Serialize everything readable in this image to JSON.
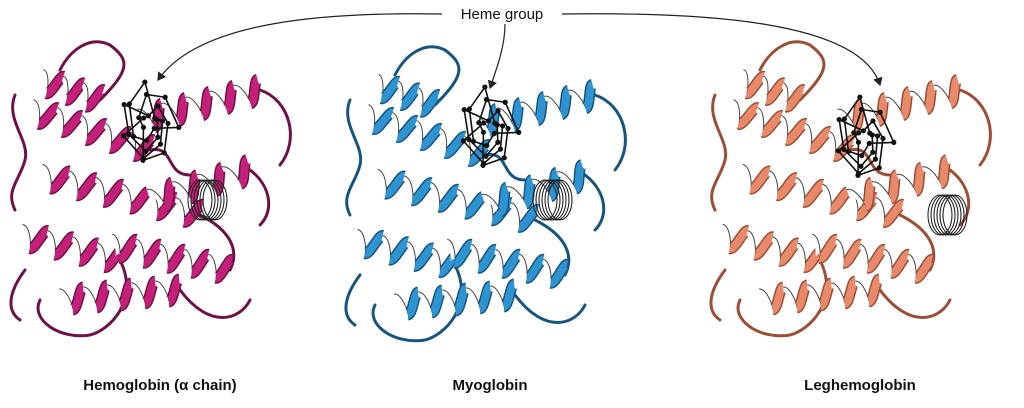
{
  "heme_label": "Heme group",
  "proteins": [
    {
      "name": "Hemoglobin (α chain)",
      "color": "#c4207a",
      "dark": "#6e1246"
    },
    {
      "name": "Myoglobin",
      "color": "#2e93d1",
      "dark": "#17557e"
    },
    {
      "name": "Leghemoglobin",
      "color": "#e8896a",
      "dark": "#9c4e36"
    }
  ]
}
